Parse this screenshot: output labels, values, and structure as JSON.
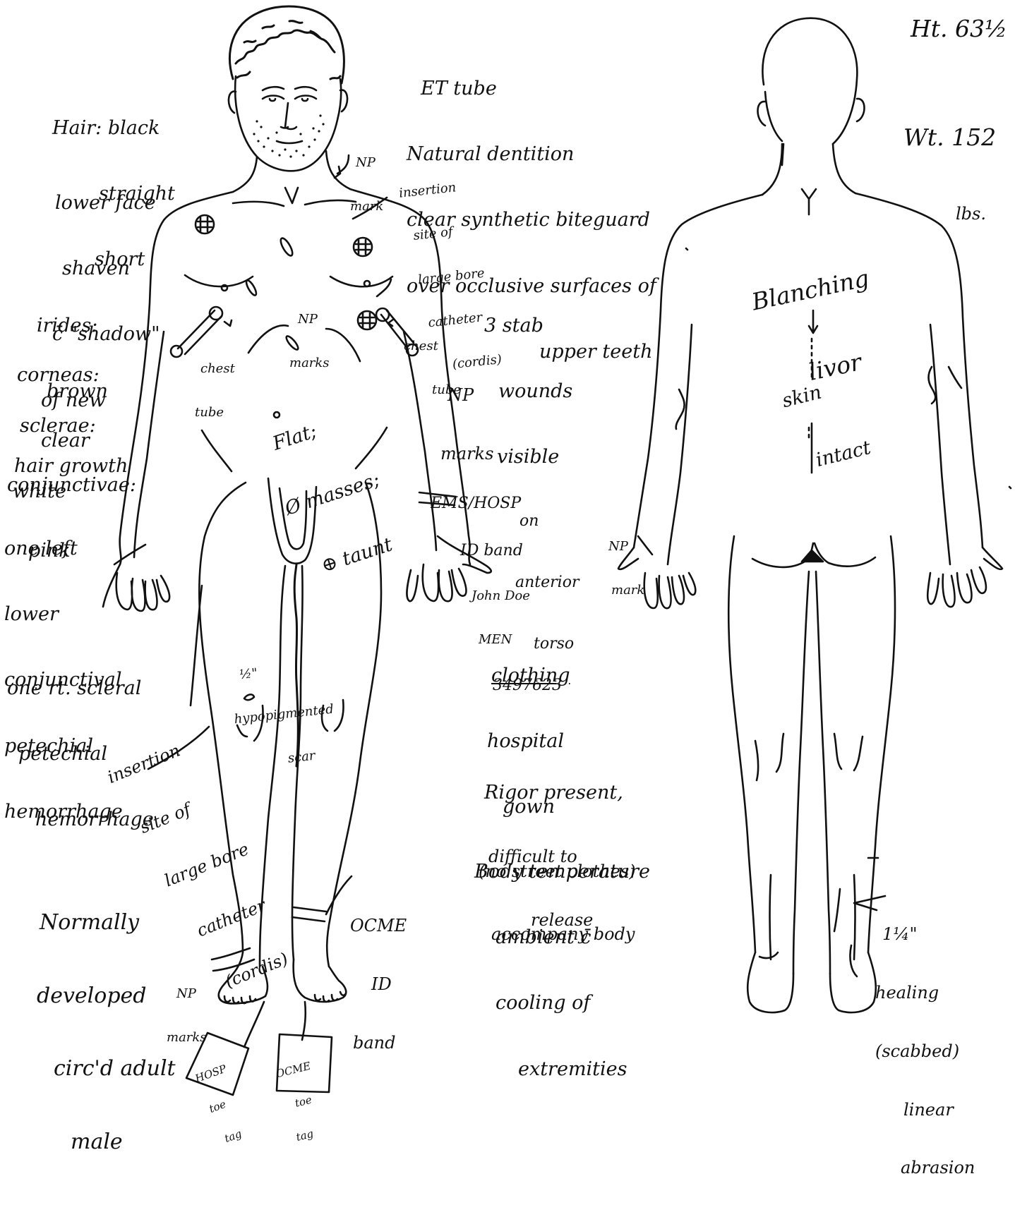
{
  "colors": {
    "ink": "#111111",
    "paper": "#ffffff"
  },
  "header": {
    "height": "Ht. 63½",
    "weight": [
      "Wt. 152",
      "lbs."
    ]
  },
  "head_notes": {
    "airway": [
      "ET tube",
      "Natural dentition",
      "clear synthetic biteguard",
      "over occlusive surfaces of",
      "upper teeth"
    ],
    "neck_np": [
      "NP",
      "mark"
    ]
  },
  "left_column": {
    "hair": [
      "Hair: black",
      "straight",
      "short"
    ],
    "face": [
      "lower face",
      "shaven",
      "c̄ \"shadow\"",
      "of new",
      "hair growth"
    ],
    "irides": [
      "irides:",
      "brown"
    ],
    "corneas": [
      "corneas:",
      "clear"
    ],
    "sclerae": [
      "sclerae:",
      "white"
    ],
    "conjunctivae": [
      "conjunctivae:",
      "pink"
    ],
    "left_petechial": [
      "one left",
      "lower",
      "conjunctival",
      "petechial",
      "hemorrhage"
    ],
    "right_petechial": [
      "one rt. scleral",
      "petechial",
      "hemorrhage"
    ]
  },
  "anterior": {
    "insertion_upper": [
      "insertion",
      "site of",
      "large bore",
      "catheter",
      "(cordis)"
    ],
    "np_marks_chest": [
      "NP",
      "marks"
    ],
    "chest_tube_left": [
      "chest",
      "tube"
    ],
    "chest_tube_right": [
      "chest",
      "tube"
    ],
    "np_marks_side": [
      "NP",
      "marks"
    ],
    "stab": [
      "3 stab",
      "wounds",
      "visible",
      "on",
      "anterior",
      "torso"
    ],
    "abdomen": [
      "Flat;",
      "Ø masses;",
      "⊕ taunt"
    ],
    "id_band": [
      "EMS/HOSP",
      "ID band",
      "John Doe",
      "MEN",
      "3497623"
    ],
    "scar": [
      "½\"",
      "hypopigmented",
      "scar"
    ],
    "insertion_lower": [
      "insertion",
      "site of",
      "large bore",
      "catheter",
      "(cordis)"
    ],
    "normal": [
      "Normally",
      "developed",
      "circ'd adult",
      "male"
    ],
    "np_marks_foot": [
      "NP",
      "marks"
    ],
    "ocme_band": [
      "OCME",
      "ID",
      "band"
    ],
    "hosp_tag": [
      "HOSP",
      "toe",
      "tag"
    ],
    "ocme_tag": [
      "OCME",
      "toe",
      "tag"
    ]
  },
  "middle_notes": {
    "clothing": [
      "clothing",
      "hospital",
      "gown",
      "(no street clothes)",
      "accompany body"
    ],
    "rigor": [
      "Rigor present,",
      "difficult to",
      "release"
    ],
    "temperature": [
      "Body temperature",
      "ambient c̄",
      "cooling of",
      "extremities"
    ]
  },
  "posterior": {
    "livor": [
      "Blanching",
      "livor"
    ],
    "skin": [
      "skin",
      "intact"
    ],
    "np_mark_hand": [
      "NP",
      "mark"
    ],
    "abrasion": [
      "1¼\"",
      "healing",
      "(scabbed)",
      "linear",
      "abrasion"
    ]
  }
}
